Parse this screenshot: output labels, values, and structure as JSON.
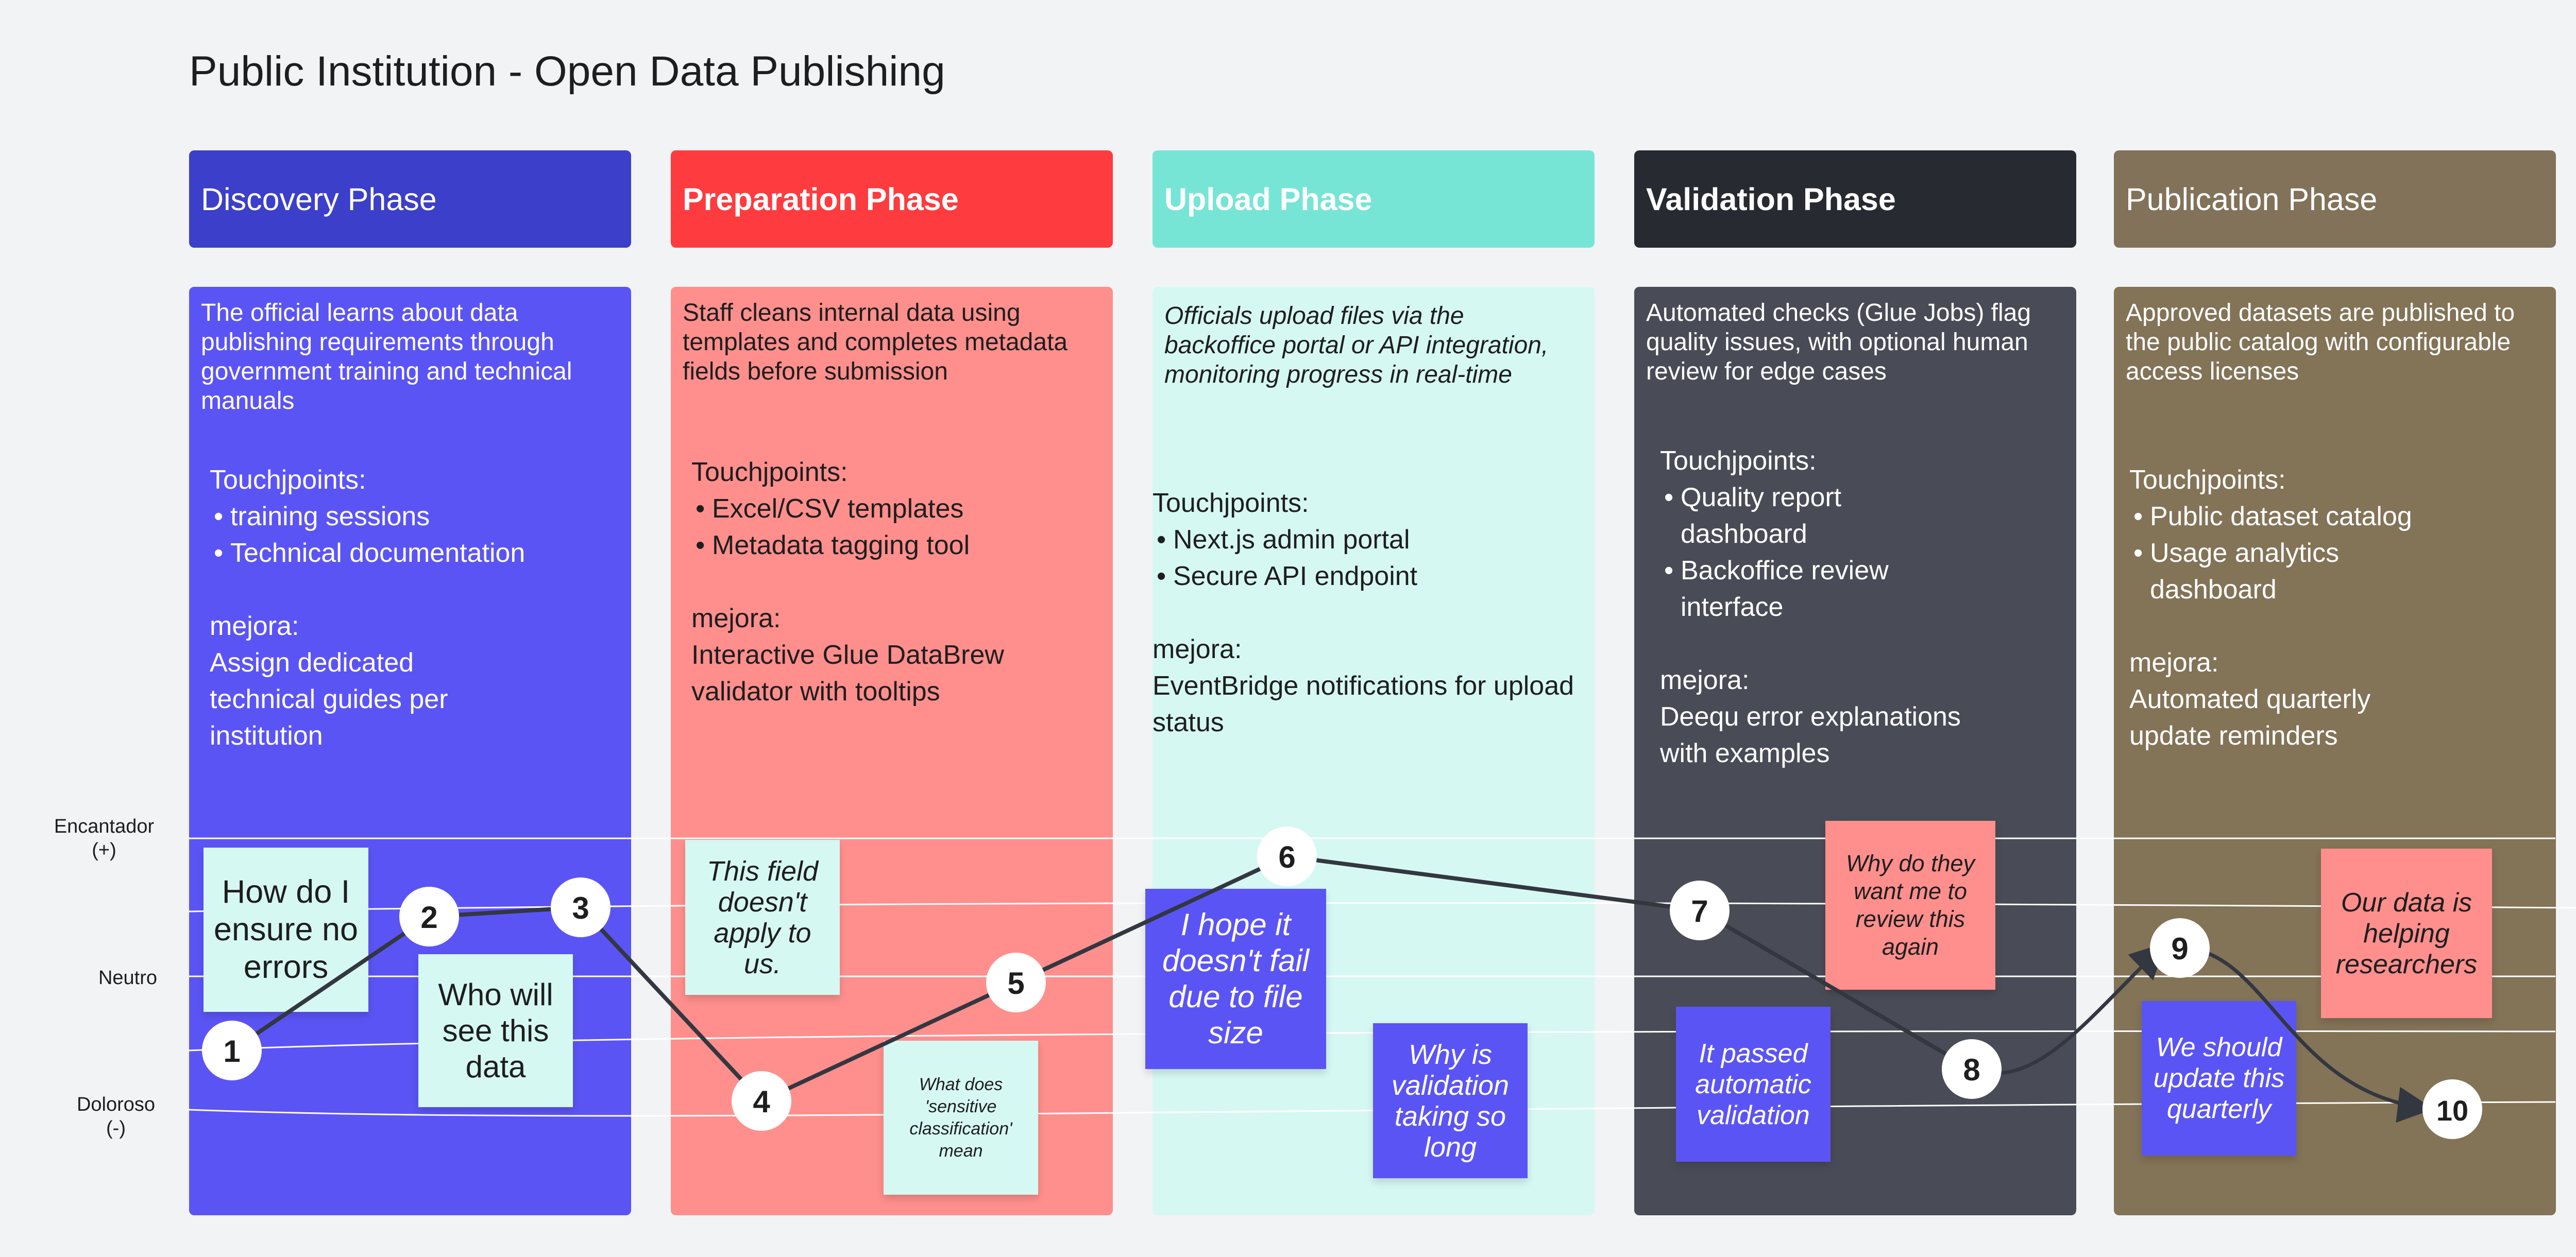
{
  "board": {
    "title": "Public Institution - Open Data Publishing"
  },
  "lanes": {
    "positive": "Encantador\n(+)",
    "neutral": "Neutro",
    "negative": "Doloroso\n(-)"
  },
  "phases": [
    {
      "name": "Discovery Phase",
      "header_color": "#3c3fc9",
      "body_color": "#5b54f5",
      "text_color": "#ffffff",
      "description": "The official learns about data publishing requirements through government training and technical manuals",
      "touchpoints_title": "Touchjpoints:",
      "touchpoints": [
        "training sessions",
        "Technical documentation"
      ],
      "improvement_title": "mejora:",
      "improvement": "Assign dedicated technical guides per institution"
    },
    {
      "name": "Preparation Phase",
      "header_color": "#fe3b3e",
      "body_color": "#fe8f8d",
      "text_color": "#1e1e1e",
      "description": "Staff cleans internal data using templates and completes metadata fields before submission",
      "touchpoints_title": "Touchjpoints:",
      "touchpoints": [
        "Excel/CSV templates",
        "Metadata tagging tool"
      ],
      "improvement_title": "mejora:",
      "improvement": "Interactive Glue DataBrew validator with tooltips"
    },
    {
      "name": "Upload Phase",
      "header_color": "#76e5d6",
      "body_color": "#d6f8f2",
      "text_color": "#1e1e1e",
      "description": "Officials upload files via the backoffice portal or API integration, monitoring progress in real-time",
      "touchpoints_title": "Touchjpoints:",
      "touchpoints": [
        "Next.js admin portal",
        "Secure API endpoint"
      ],
      "improvement_title": "mejora:",
      "improvement": "EventBridge notifications for upload status"
    },
    {
      "name": "Validation Phase",
      "header_color": "#272a31",
      "body_color": "#494c56",
      "text_color": "#ffffff",
      "description": "Automated checks (Glue Jobs) flag quality issues, with optional human review for edge cases",
      "touchpoints_title": "Touchjpoints:",
      "touchpoints": [
        "Quality report dashboard",
        "Backoffice review interface"
      ],
      "improvement_title": "mejora:",
      "improvement": "Deequ error explanations with examples"
    },
    {
      "name": "Publication Phase",
      "header_color": "#817259",
      "body_color": "#837357",
      "text_color": "#ffffff",
      "description": "Approved datasets are published to the public catalog with configurable access licenses",
      "touchpoints_title": "Touchjpoints:",
      "touchpoints": [
        "Public dataset catalog",
        "Usage analytics dashboard"
      ],
      "improvement_title": "mejora:",
      "improvement": "Automated quarterly update reminders"
    }
  ],
  "journey_points": [
    {
      "label": "1",
      "phase": "Discovery Phase",
      "sentiment": "negative-neutral"
    },
    {
      "label": "2",
      "phase": "Discovery Phase",
      "sentiment": "neutral-positive"
    },
    {
      "label": "3",
      "phase": "Discovery Phase",
      "sentiment": "positive"
    },
    {
      "label": "4",
      "phase": "Preparation Phase",
      "sentiment": "negative"
    },
    {
      "label": "5",
      "phase": "Preparation Phase",
      "sentiment": "neutral"
    },
    {
      "label": "6",
      "phase": "Upload Phase",
      "sentiment": "positive"
    },
    {
      "label": "7",
      "phase": "Validation Phase",
      "sentiment": "positive"
    },
    {
      "label": "8",
      "phase": "Validation Phase",
      "sentiment": "negative-neutral"
    },
    {
      "label": "9",
      "phase": "Publication Phase",
      "sentiment": "neutral-positive"
    },
    {
      "label": "10",
      "phase": "Publication Phase",
      "sentiment": "negative"
    }
  ],
  "stickies": {
    "how_do_i_ensure": "How do I ensure no errors",
    "who_will_see": "Who will see this data",
    "field_doesnt_apply": "This field doesn't apply to us.",
    "sensitive_classification": "What does 'sensitive classification' mean",
    "hope_it_doesnt_fail": "I hope it doesn't fail due to file size",
    "validation_taking_long": "Why is validation taking so long",
    "review_again": "Why do they want me to review this again",
    "passed_validation": "It passed automatic validation",
    "helping_researchers": "Our data is helping researchers",
    "update_quarterly": "We should update this quarterly"
  },
  "colors": {
    "sticky_mint": "#d6f8f2",
    "sticky_salmon": "#fe8f8d",
    "sticky_indigo": "#5b54f5",
    "journey_line": "#333740",
    "lane_line": "#ffffff"
  },
  "icons": {
    "journey_marker": "numbered-circle-icon"
  }
}
